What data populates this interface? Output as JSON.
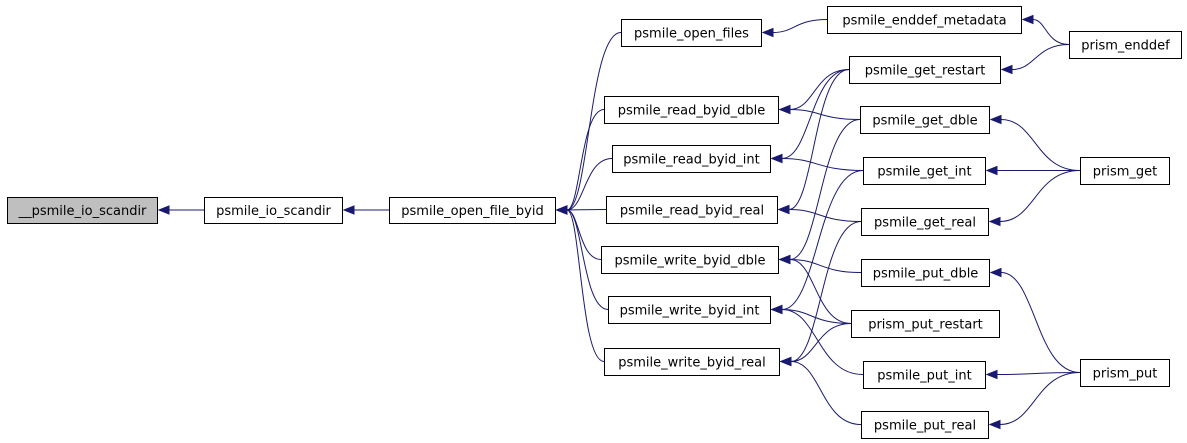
{
  "nodes": [
    {
      "id": "n_psmile_io_scandir_us",
      "label": "__psmile_io_scandir",
      "current": true
    },
    {
      "id": "n_psmile_io_scandir",
      "label": "psmile_io_scandir"
    },
    {
      "id": "n_open_file_byid",
      "label": "psmile_open_file_byid"
    },
    {
      "id": "n_open_files",
      "label": "psmile_open_files"
    },
    {
      "id": "n_read_dble",
      "label": "psmile_read_byid_dble"
    },
    {
      "id": "n_read_int",
      "label": "psmile_read_byid_int"
    },
    {
      "id": "n_read_real",
      "label": "psmile_read_byid_real"
    },
    {
      "id": "n_write_dble",
      "label": "psmile_write_byid_dble"
    },
    {
      "id": "n_write_int",
      "label": "psmile_write_byid_int"
    },
    {
      "id": "n_write_real",
      "label": "psmile_write_byid_real"
    },
    {
      "id": "n_enddef_metadata",
      "label": "psmile_enddef_metadata"
    },
    {
      "id": "n_get_restart",
      "label": "psmile_get_restart"
    },
    {
      "id": "n_get_dble",
      "label": "psmile_get_dble"
    },
    {
      "id": "n_get_int",
      "label": "psmile_get_int"
    },
    {
      "id": "n_get_real",
      "label": "psmile_get_real"
    },
    {
      "id": "n_put_dble",
      "label": "psmile_put_dble"
    },
    {
      "id": "n_put_restart",
      "label": "prism_put_restart"
    },
    {
      "id": "n_put_int",
      "label": "psmile_put_int"
    },
    {
      "id": "n_put_real",
      "label": "psmile_put_real"
    },
    {
      "id": "n_prism_enddef",
      "label": "prism_enddef"
    },
    {
      "id": "n_prism_get",
      "label": "prism_get"
    },
    {
      "id": "n_prism_put",
      "label": "prism_put"
    }
  ],
  "edges": [
    {
      "from": "n_psmile_io_scandir",
      "to": "n_psmile_io_scandir_us"
    },
    {
      "from": "n_open_file_byid",
      "to": "n_psmile_io_scandir"
    },
    {
      "from": "n_open_files",
      "to": "n_open_file_byid"
    },
    {
      "from": "n_read_dble",
      "to": "n_open_file_byid"
    },
    {
      "from": "n_read_int",
      "to": "n_open_file_byid"
    },
    {
      "from": "n_read_real",
      "to": "n_open_file_byid"
    },
    {
      "from": "n_write_dble",
      "to": "n_open_file_byid"
    },
    {
      "from": "n_write_int",
      "to": "n_open_file_byid"
    },
    {
      "from": "n_write_real",
      "to": "n_open_file_byid"
    },
    {
      "from": "n_enddef_metadata",
      "to": "n_open_files"
    },
    {
      "from": "n_prism_enddef",
      "to": "n_enddef_metadata"
    },
    {
      "from": "n_prism_enddef",
      "to": "n_get_restart"
    },
    {
      "from": "n_get_restart",
      "to": "n_read_dble"
    },
    {
      "from": "n_get_restart",
      "to": "n_read_int"
    },
    {
      "from": "n_get_restart",
      "to": "n_read_real"
    },
    {
      "from": "n_get_dble",
      "to": "n_read_dble"
    },
    {
      "from": "n_get_dble",
      "to": "n_write_dble"
    },
    {
      "from": "n_get_int",
      "to": "n_read_int"
    },
    {
      "from": "n_get_int",
      "to": "n_write_int"
    },
    {
      "from": "n_get_real",
      "to": "n_read_real"
    },
    {
      "from": "n_get_real",
      "to": "n_write_real"
    },
    {
      "from": "n_put_dble",
      "to": "n_write_dble"
    },
    {
      "from": "n_put_restart",
      "to": "n_write_dble"
    },
    {
      "from": "n_put_restart",
      "to": "n_write_int"
    },
    {
      "from": "n_put_restart",
      "to": "n_write_real"
    },
    {
      "from": "n_put_int",
      "to": "n_write_int"
    },
    {
      "from": "n_put_real",
      "to": "n_write_real"
    },
    {
      "from": "n_prism_get",
      "to": "n_get_dble"
    },
    {
      "from": "n_prism_get",
      "to": "n_get_int"
    },
    {
      "from": "n_prism_get",
      "to": "n_get_real"
    },
    {
      "from": "n_prism_put",
      "to": "n_put_dble"
    },
    {
      "from": "n_prism_put",
      "to": "n_put_int"
    },
    {
      "from": "n_prism_put",
      "to": "n_put_real"
    }
  ],
  "colors": {
    "edge": "#191970",
    "current_node_fill": "#bfbfbf",
    "node_fill": "#ffffff",
    "node_stroke": "#000000"
  }
}
